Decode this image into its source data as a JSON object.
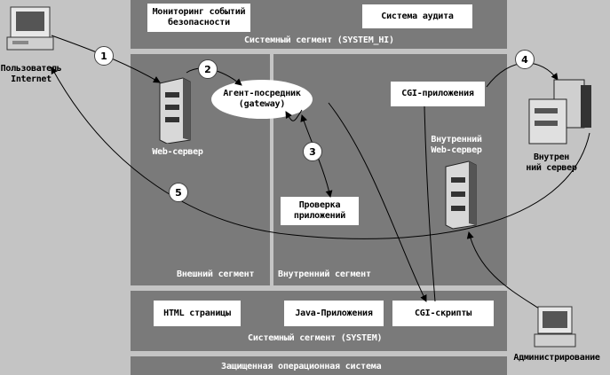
{
  "segments": {
    "system_hi_label": "Системный сегмент (SYSTEM_HI)",
    "external_label": "Внешний сегмент",
    "internal_label": "Внутренний сегмент",
    "system_label": "Системный сегмент (SYSTEM)",
    "secure_os_label": "Защищенная операционная система"
  },
  "boxes": {
    "security_monitoring": "Мониторинг событий\nбезопасности",
    "audit_system": "Система аудита",
    "proxy_agent": "Агент-посредник\n(gateway)",
    "cgi_apps": "CGI-приложения",
    "app_check": "Проверка\nприложений",
    "html_pages": "HTML страницы",
    "java_apps": "Java-Приложения",
    "cgi_scripts": "CGI-скрипты"
  },
  "labels": {
    "internet_user": "Пользователь\nInternet",
    "web_server": "Web-сервер",
    "internal_web_server": "Внутренний\nWeb-сервер",
    "internal_server": "Внутрен\nний сервер",
    "administration": "Администрирование"
  },
  "steps": [
    "1",
    "2",
    "3",
    "4",
    "5"
  ],
  "colors": {
    "background": "#c4c4c4",
    "segment": "#7a7a7a",
    "box": "#ffffff",
    "segment_text": "#ffffff"
  }
}
